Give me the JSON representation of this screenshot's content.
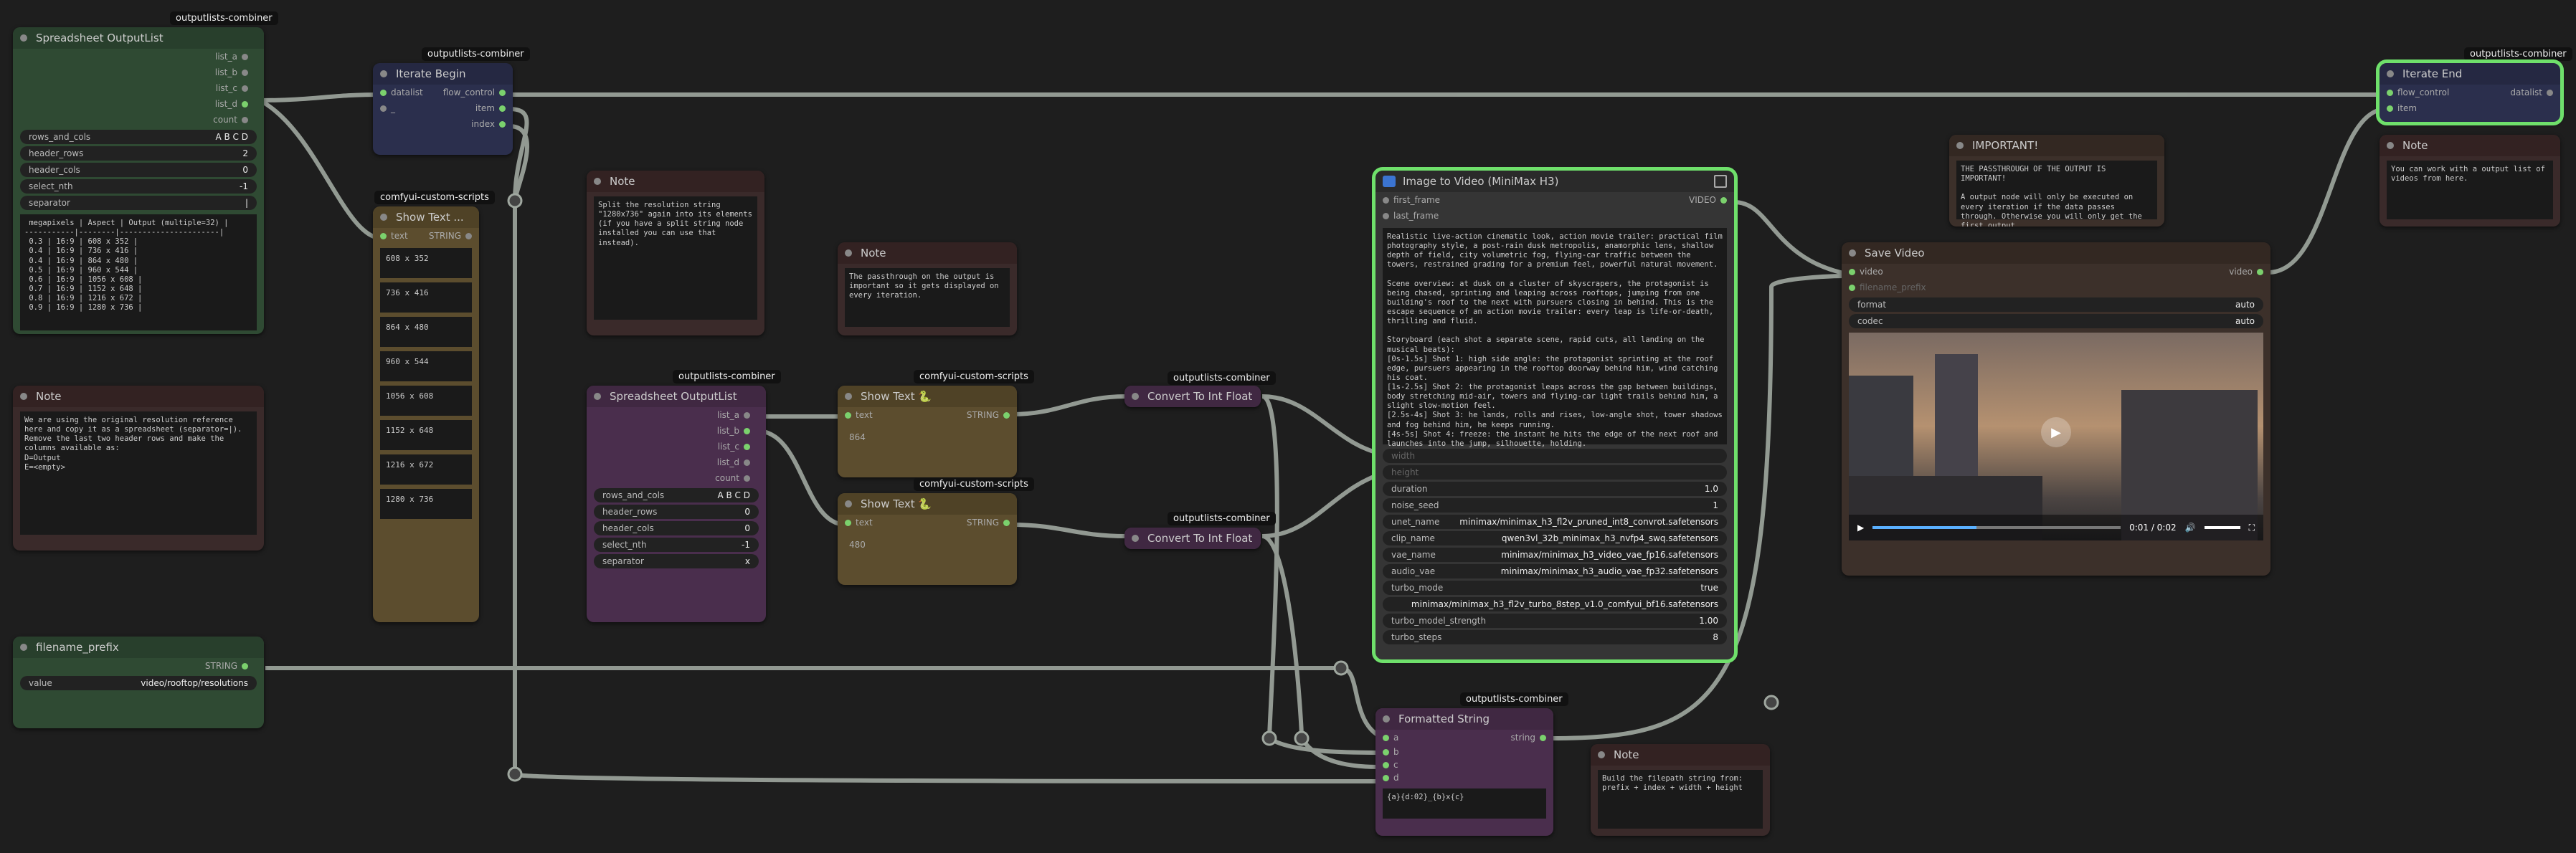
{
  "colors": {
    "canvas": "#1e1e1e",
    "socket": "#7bd16d",
    "selected": "#6fe06b"
  },
  "badges": {
    "oc1": "outputlists-combiner",
    "oc2": "outputlists-combiner",
    "oc3": "outputlists-combiner",
    "oc4": "outputlists-combiner",
    "oc5": "outputlists-combiner",
    "oc6": "outputlists-combiner",
    "ccs1": "comfyui-custom-scripts",
    "ccs2": "comfyui-custom-scripts",
    "ccs3": "comfyui-custom-scripts"
  },
  "sheet1": {
    "title": "Spreadsheet OutputList",
    "outputs": [
      "list_a",
      "list_b",
      "list_c",
      "list_d",
      "count"
    ],
    "widgets": [
      [
        "rows_and_cols",
        "A B C D"
      ],
      [
        "header_rows",
        "2"
      ],
      [
        "header_cols",
        "0"
      ],
      [
        "select_nth",
        "-1"
      ],
      [
        "separator",
        "|"
      ]
    ],
    "text": " megapixels | Aspect | Output (multiple=32) |\n-----------|--------|----------------------|\n 0.3 | 16:9 | 608 x 352 |\n 0.4 | 16:9 | 736 x 416 |\n 0.4 | 16:9 | 864 x 480 |\n 0.5 | 16:9 | 960 x 544 |\n 0.6 | 16:9 | 1056 x 608 |\n 0.7 | 16:9 | 1152 x 648 |\n 0.8 | 16:9 | 1216 x 672 |\n 0.9 | 16:9 | 1280 x 736 |"
  },
  "note1": {
    "title": "Note",
    "text": "We are using the original resolution reference here and copy it as a spreadsheet (separator=|). Remove the last two header rows and make the columns available as:\nD=Output\nE=<empty>"
  },
  "prefix": {
    "title": "filename_prefix",
    "output": "STRING",
    "label": "value",
    "value": "video/rooftop/resolutions"
  },
  "iter_begin": {
    "title": "Iterate Begin",
    "in1": "datalist",
    "in2": "_",
    "out1": "flow_control",
    "out2": "item",
    "out3": "index"
  },
  "show_list": {
    "title": "Show Text ...",
    "in": "text",
    "out": "STRING",
    "values": [
      "608 x 352",
      "736 x 416",
      "864 x 480",
      "960 x 544",
      "1056 x 608",
      "1152 x 648",
      "1216 x 672",
      "1280 x 736"
    ]
  },
  "note2": {
    "title": "Note",
    "text": "Split the resolution string \"1280x736\" again into its elements (if you have a split string node installed you can use that instead)."
  },
  "sheet2": {
    "title": "Spreadsheet OutputList",
    "outputs": [
      "list_a",
      "list_b",
      "list_c",
      "list_d",
      "count"
    ],
    "widgets": [
      [
        "rows_and_cols",
        "A B C D"
      ],
      [
        "header_rows",
        "0"
      ],
      [
        "header_cols",
        "0"
      ],
      [
        "select_nth",
        "-1"
      ],
      [
        "separator",
        "x"
      ]
    ]
  },
  "note3": {
    "title": "Note",
    "text": "The passthrough on the output is important so it gets displayed on every iteration."
  },
  "show_w": {
    "title": "Show Text 🐍",
    "in": "text",
    "out": "STRING",
    "value": "864"
  },
  "show_h": {
    "title": "Show Text 🐍",
    "in": "text",
    "out": "STRING",
    "value": "480"
  },
  "conv1": {
    "title": "Convert To Int Float"
  },
  "conv2": {
    "title": "Convert To Int Float"
  },
  "i2v": {
    "title": "Image to Video (MiniMax H3)",
    "in1": "first_frame",
    "in2": "last_frame",
    "out": "VIDEO",
    "prompt": "Realistic live-action cinematic look, action movie trailer: practical film photography style, a post-rain dusk metropolis, anamorphic lens, shallow depth of field, city volumetric fog, flying-car traffic between the towers, restrained grading for a premium feel, powerful natural movement.\n\nScene overview: at dusk on a cluster of skyscrapers, the protagonist is being chased, sprinting and leaping across rooftops, jumping from one building's roof to the next with pursuers closing in behind. This is the escape sequence of an action movie trailer: every leap is life-or-death, thrilling and fluid.\n\nStoryboard (each shot a separate scene, rapid cuts, all landing on the musical beats):\n[0s-1.5s] Shot 1: high side angle: the protagonist sprinting at the roof edge, pursuers appearing in the rooftop doorway behind him, wind catching his coat.\n[1s-2.5s] Shot 2: the protagonist leaps across the gap between buildings, body stretching mid-air, towers and flying-car light trails behind him, a slight slow-motion feel.\n[2.5s-4s] Shot 3: he lands, rolls and rises, low-angle shot, tower shadows and fog behind him, he keeps running.\n[4s-5s] Shot 4: freeze: the instant he hits the edge of the next roof and launches into the jump, silhouette, holding.",
    "w_width": "width",
    "w_height": "height",
    "widgets": [
      [
        "duration",
        "1.0"
      ],
      [
        "noise_seed",
        "1"
      ],
      [
        "unet_name",
        "minimax/minimax_h3_fl2v_pruned_int8_convrot.safetensors"
      ],
      [
        "clip_name",
        "qwen3vl_32b_minimax_h3_nvfp4_swq.safetensors"
      ],
      [
        "vae_name",
        "minimax/minimax_h3_video_vae_fp16.safetensors"
      ],
      [
        "audio_vae",
        "minimax/minimax_h3_audio_vae_fp32.safetensors"
      ],
      [
        "turbo_mode",
        "true"
      ],
      [
        "",
        "minimax/minimax_h3_fl2v_turbo_8step_v1.0_comfyui_bf16.safetensors"
      ],
      [
        "turbo_model_strength",
        "1.00"
      ],
      [
        "turbo_steps",
        "8"
      ]
    ]
  },
  "fmt": {
    "title": "Formatted String",
    "ins": [
      "a",
      "b",
      "c",
      "d"
    ],
    "out": "string",
    "value": "{a}{d:02}_{b}x{c}"
  },
  "note4": {
    "title": "Note",
    "text": "Build the filepath string from:\nprefix + index + width + height"
  },
  "important": {
    "title": "IMPORTANT!",
    "text": "THE PASSTHROUGH OF THE OUTPUT IS IMPORTANT!\n\nA output node will only be executed on every iteration if the data passes through. Otherwise you will only get the first output."
  },
  "save": {
    "title": "Save Video",
    "in": "video",
    "in2": "filename_prefix",
    "widgets": [
      [
        "format",
        "auto"
      ],
      [
        "codec",
        "auto"
      ]
    ],
    "time": "0:01 / 0:02"
  },
  "iter_end": {
    "title": "Iterate End",
    "in1": "flow_control",
    "in2": "item",
    "out": "datalist"
  },
  "note5": {
    "title": "Note",
    "text": "You can work with a output list of videos from here."
  }
}
